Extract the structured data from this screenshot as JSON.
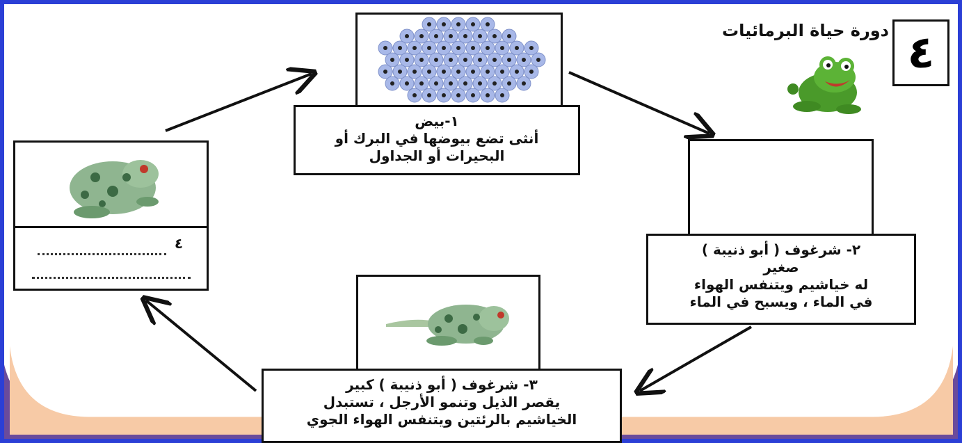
{
  "title": "دورة حياة البرمائيات",
  "lesson_number": "٤",
  "colors": {
    "frame_border": "#2b3fd6",
    "bottom_band": "#6a4b9c",
    "bottom_fill": "#f7caa6",
    "box_border": "#111111"
  },
  "stages": [
    {
      "heading": "١-بيض",
      "lines": [
        "أنثى تضع بيوضها في البرك أو",
        "البحيرات أو الجداول"
      ],
      "image": "eggs-image"
    },
    {
      "heading": "٢- شرغوف ( أبو ذنيبة )",
      "lines": [
        "صغير",
        "له خياشيم ويتنفس الهواء",
        "في الماء ، ويسبح في الماء"
      ],
      "image": "empty-image"
    },
    {
      "heading": "٣- شرغوف ( أبو ذنيبة ) كبير",
      "lines": [
        "يقصر الذيل وتنمو الأرجل ، تستبدل",
        "الخياشيم بالرئتين ويتنفس الهواء الجوي"
      ],
      "image": "tadpole-frog-image"
    },
    {
      "heading": "٤",
      "lines": [],
      "image": "adult-frog-image"
    }
  ],
  "icons": [
    "cartoon-frog-icon",
    "arrow-icon"
  ]
}
